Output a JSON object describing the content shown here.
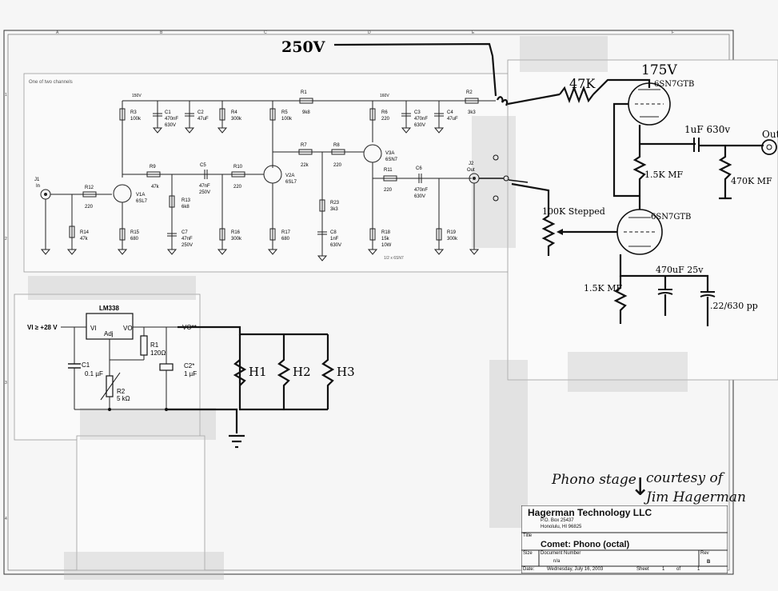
{
  "handwritten": {
    "b_plus": "250V",
    "b_plus_2": "175V",
    "dropping_resistor": "47K",
    "tube_upper": "6SN7GTB",
    "tube_lower": "6SN7GTB",
    "cap_out": "1uF 630v",
    "out_label": "Out",
    "plate_res": "1.5K MF",
    "grid_res": "470K MF",
    "pot": "100K Stepped",
    "cathode_res": "1.5K MF",
    "cathode_cap": "470uF 25v",
    "bypass_cap": ".22/630 pp",
    "heater_1": "H1",
    "heater_2": "H2",
    "heater_3": "H3",
    "note_line1": "Phono stage",
    "note_line2": "courtesy of",
    "note_line3": "Jim Hagerman"
  },
  "schematic": {
    "block_title": "One of two channels",
    "rail1": "150V",
    "rail2": "160V",
    "parts": {
      "R1": "R1",
      "R1v": "9k8",
      "R2": "R2",
      "R2v": "3k3",
      "R3": "R3",
      "R3v": "100k",
      "R4": "R4",
      "R4v": "300k",
      "R5": "R5",
      "R5v": "100k",
      "R6": "R6",
      "R6v": "220",
      "R7": "R7",
      "R7v": "22k",
      "R8": "R8",
      "R8v": "220",
      "R9": "R9",
      "R9v": "47k",
      "R10": "R10",
      "R10v": "220",
      "R11": "R11",
      "R11v": "220",
      "R12": "R12",
      "R12v": "220",
      "R13": "R13",
      "R13v": "6k8",
      "R14": "R14",
      "R14v": "47k",
      "R15": "R15",
      "R15v": "680",
      "R16": "R16",
      "R16v": "300k",
      "R17": "R17",
      "R17v": "680",
      "R18": "R18",
      "R18v": "15k",
      "R18w": "10W",
      "R19": "R19",
      "R19v": "300k",
      "R23": "R23",
      "R23v": "3k3",
      "C1": "C1",
      "C1v": "470nF",
      "C1w": "630V",
      "C2": "C2",
      "C2v": "47uF",
      "C3": "C3",
      "C3v": "470nF",
      "C3w": "630V",
      "C4": "C4",
      "C4v": "47uF",
      "C5": "C5",
      "C5v": "47nF",
      "C5w": "250V",
      "C6": "C6",
      "C6v": "470nF",
      "C6w": "630V",
      "C7": "C7",
      "C7v": "47nF",
      "C7w": "250V",
      "C8": "C8",
      "C8v": "1nF",
      "C8w": "630V",
      "V1A": "V1A",
      "V1Av": "6SL7",
      "V2A": "V2A",
      "V2Av": "6SL7",
      "V3A": "V3A",
      "V3Av": "6SN7",
      "J1": "J1",
      "J1v": "In",
      "J2": "J2",
      "J2v": "Out"
    },
    "footnote": "1/2 x 6SN7"
  },
  "regulator": {
    "chip": "LM338",
    "vin": "VI ≥ +28 V",
    "vi_pin": "VI",
    "vo_pin": "VO",
    "adj_pin": "Adj",
    "vout": "VO**",
    "c1": "C1",
    "c1v": "0.1 µF",
    "r1": "R1",
    "r1v": "120Ω",
    "r2": "R2",
    "r2v": "5 kΩ",
    "c2": "C2*",
    "c2v": "1 µF"
  },
  "title_block": {
    "company": "Hagerman Technology LLC",
    "address1": "P.O. Box 25437",
    "address2": "Honolulu, HI 96825",
    "title_label": "Title",
    "title": "Comet: Phono (octal)",
    "size_label": "Size",
    "doc_label": "Document Number",
    "doc_number": "n/a",
    "rev_label": "Rev",
    "rev": "B",
    "date_label": "Date:",
    "date": "Wednesday, July 16, 2003",
    "sheet_label": "Sheet",
    "sheet_no": "1",
    "of_label": "of",
    "of_no": "1"
  },
  "border": {
    "cols": [
      "A",
      "B",
      "C",
      "D",
      "E",
      "F"
    ],
    "rows": [
      "1",
      "2",
      "3",
      "4"
    ]
  }
}
